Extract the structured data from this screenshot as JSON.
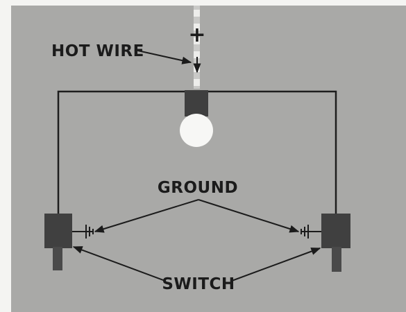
{
  "labels": {
    "hot_wire": "HOT WIRE",
    "ground": "GROUND",
    "switch": "SWITCH",
    "polarity": "+"
  },
  "colors": {
    "panel": "#a9a9a7",
    "page_margin": "#f4f4f2",
    "wire": "#1e1e1e",
    "lamp_socket": "#3f3f3f",
    "bulb": "#f7f7f5",
    "switch_body": "#404040",
    "switch_toggle": "#4a4a4a",
    "text": "#1b1b1b"
  }
}
